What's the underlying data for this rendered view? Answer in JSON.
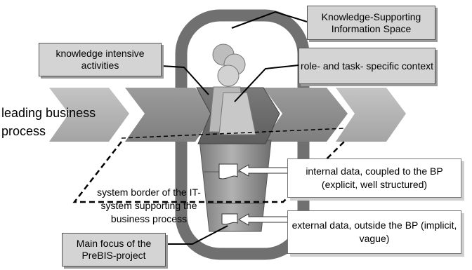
{
  "labels": {
    "leading_process": "leading business process",
    "system_border": "system border of the IT-system supporting the business process",
    "knowledge_space": "Knowledge-Supporting Information Space",
    "knowledge_activities": "knowledge intensive activities",
    "role_context": "role- and task- specific context",
    "internal_data": "internal data, coupled to the BP (explicit, well structured)",
    "external_data": "external data, outside the BP (implicit, vague)",
    "prebis_focus": "Main focus of the PreBIS-project"
  }
}
